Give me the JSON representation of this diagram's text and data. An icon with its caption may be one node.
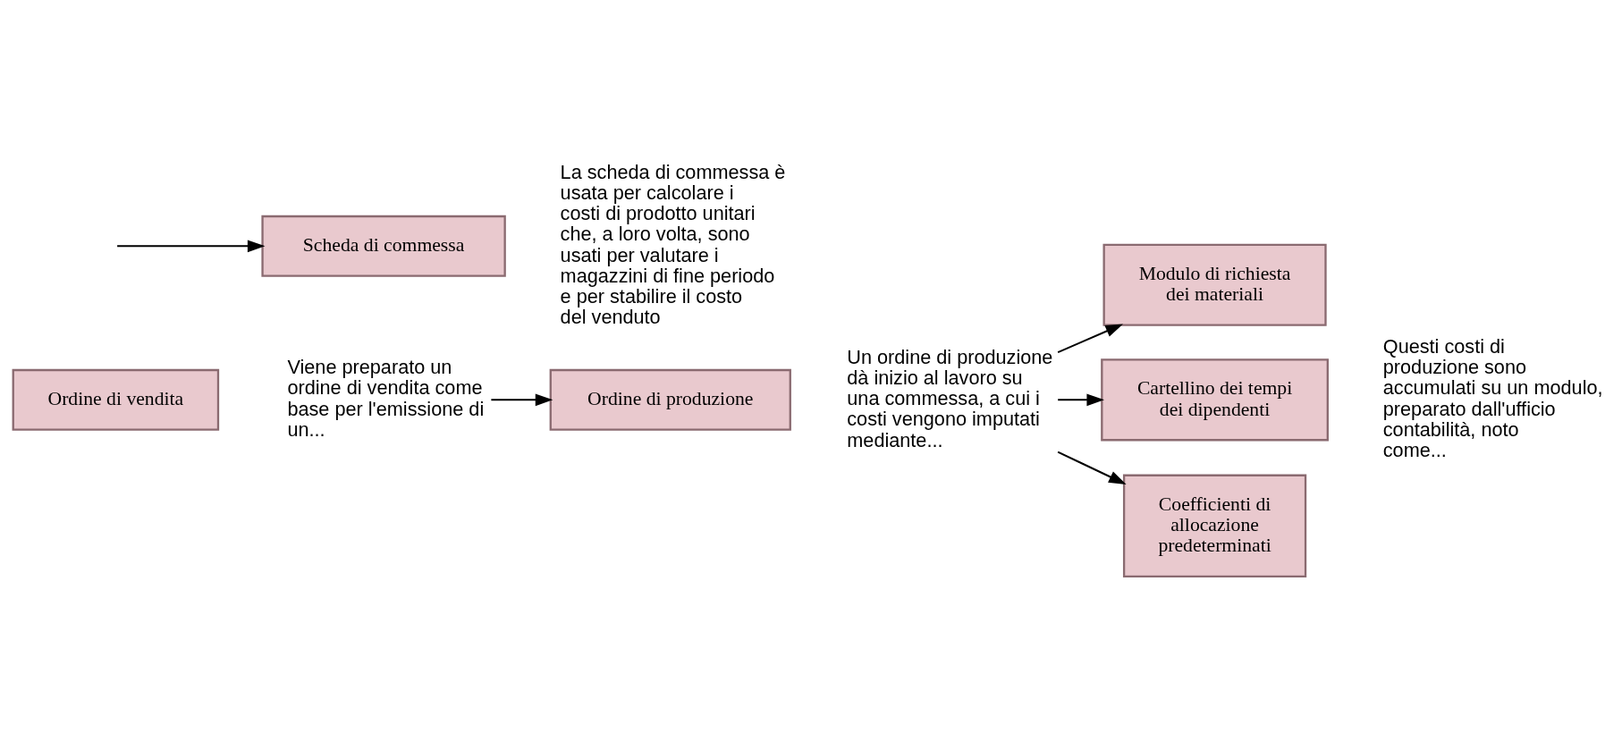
{
  "diagram": {
    "nodes": [
      {
        "text": [
          "Ordine di vendita"
        ]
      },
      {
        "text": [
          "Viene preparato un ordine di vendita come base per l'emissione di un..."
        ]
      },
      {
        "text": [
          "Ordine di produzione"
        ]
      },
      {
        "text": [
          "Un ordine di produzione dà inizio al lavoro su una commessa, a cui i costi vengono imputati mediante..."
        ]
      },
      {
        "text": [
          "Modulo di richiesta dei materiali"
        ]
      },
      {
        "text": [
          "Cartellino dei tempi dei dipendenti"
        ]
      },
      {
        "text": [
          "Coefficienti di allocazione predeterminati"
        ]
      },
      {
        "text": [
          "Questi costi di produzione sono accumulati su un modulo, preparato dall'ufficio contabilità, noto come..."
        ]
      },
      {
        "text": [
          "Scheda di commessa"
        ],
        "beside": [
          "La scheda di commessa è usata per calcolare i costi di prodotto unitari che, a loro volta, sono usati per valutare i magazzini di fine periodo e per stabilire il costo del venduto"
        ]
      }
    ],
    "edges": [
      {
        "from": 1,
        "to": 2,
        "arrow": "to"
      },
      {
        "from": 3,
        "to": 4,
        "arrow": "to"
      },
      {
        "from": 3,
        "to": 5,
        "arrow": "to"
      },
      {
        "from": 3,
        "to": 6,
        "arrow": "to"
      },
      {
        "from": null,
        "to": 8,
        "arrow": "to"
      }
    ]
  }
}
